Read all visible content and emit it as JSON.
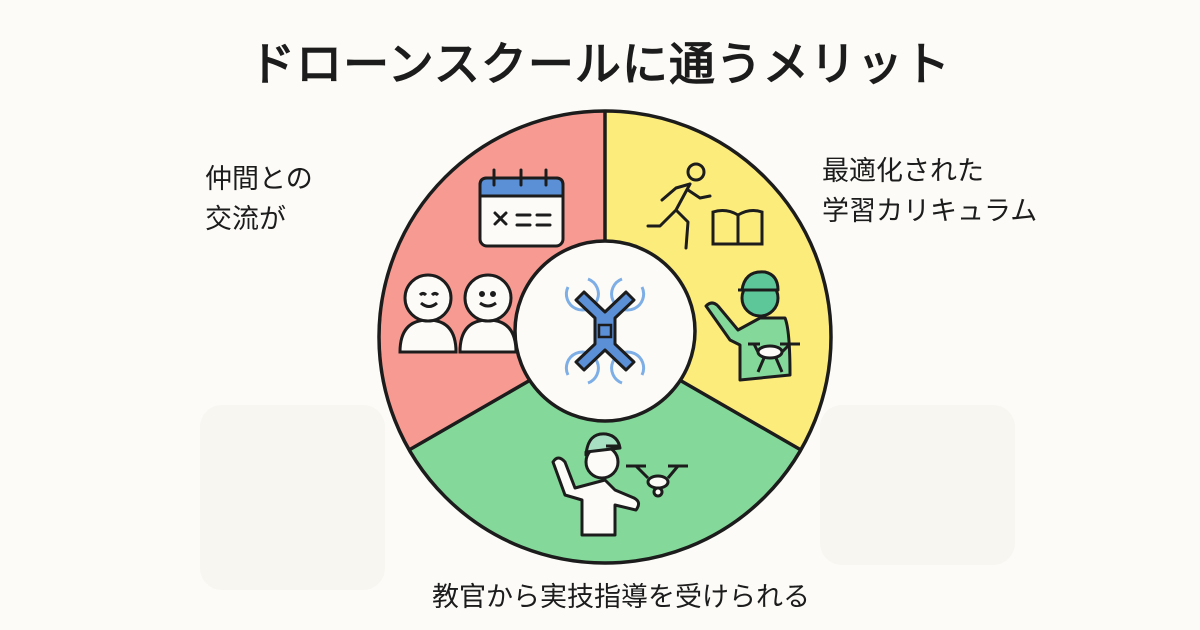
{
  "title": "ドローンスクールに通うメリット",
  "segments": [
    {
      "label_lines": [
        "仲間との",
        "交流が"
      ],
      "color": "#f79b92",
      "icons": [
        "calendar-icon",
        "two-people-icon"
      ]
    },
    {
      "label_lines": [
        "最適化された",
        "学習カリキュラム"
      ],
      "color": "#fcec7c",
      "icons": [
        "running-person-icon",
        "book-icon",
        "pilot-with-drone-icon"
      ]
    },
    {
      "label_lines": [
        "教官から実技指導を受けられる"
      ],
      "color": "#84d99a",
      "icons": [
        "instructor-with-drone-icon"
      ]
    }
  ],
  "center_icon": "drone-icon",
  "colors": {
    "background": "#fcfbf7",
    "drone": "#5b8fd6",
    "cap": "#5ec79a"
  }
}
